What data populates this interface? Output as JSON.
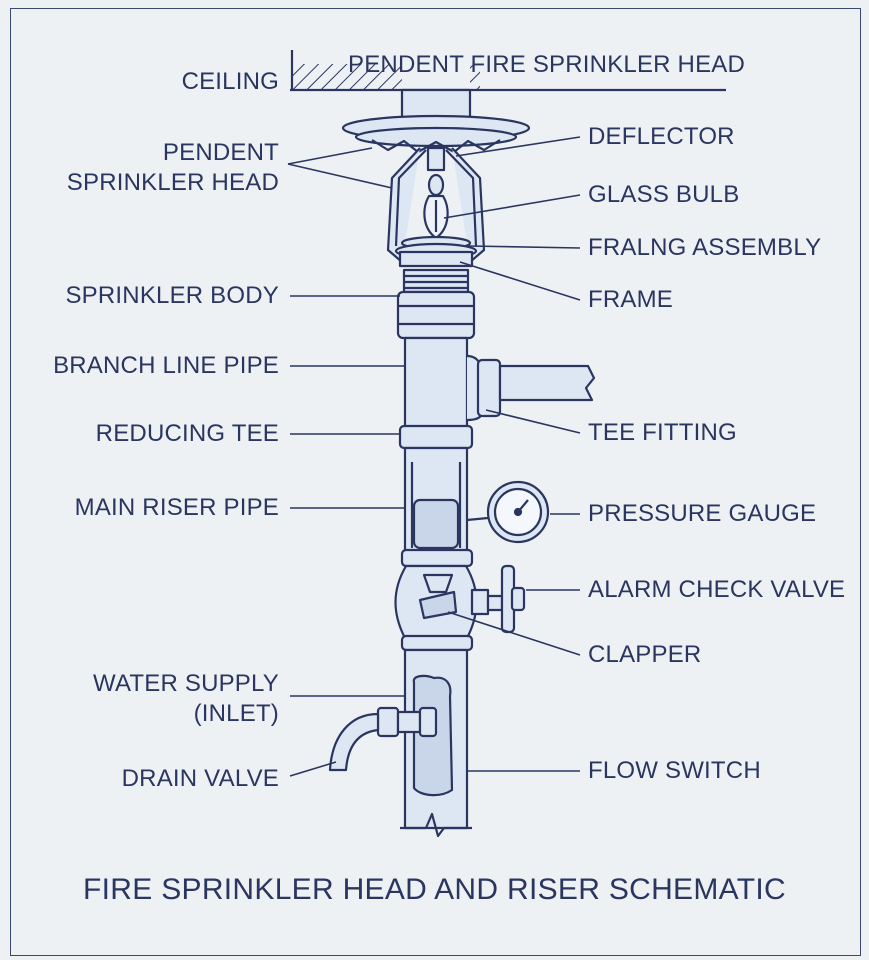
{
  "diagram": {
    "title": "FIRE SPRINKLER HEAD AND RISER SCHEMATIC",
    "heading": "PENDENT FIRE SPRINKLER HEAD",
    "labels_left": {
      "ceiling": "CEILING",
      "pendent_head_1": "PENDENT",
      "pendent_head_2": "SPRINKLER HEAD",
      "sprinkler_body": "SPRINKLER BODY",
      "branch_line_pipe": "BRANCH LINE PIPE",
      "reducing_tee": "REDUCING TEE",
      "main_riser_pipe": "MAIN RISER PIPE",
      "water_supply_1": "WATER SUPPLY",
      "water_supply_2": "(INLET)",
      "drain_valve": "DRAIN VALVE"
    },
    "labels_right": {
      "deflector": "DEFLECTOR",
      "glass_bulb": "GLASS BULB",
      "fralng_assembly": "FRALNG ASSEMBLY",
      "frame": "FRAME",
      "tee_fitting": "TEE FITTING",
      "pressure_gauge": "PRESSURE GAUGE",
      "alarm_check_valve": "ALARM CHECK VALVE",
      "clapper": "CLAPPER",
      "flow_switch": "FLOW SWITCH"
    },
    "colors": {
      "ink": "#2a3660",
      "pipe_fill": "#dde6f3",
      "background": "#eef1f4"
    }
  }
}
